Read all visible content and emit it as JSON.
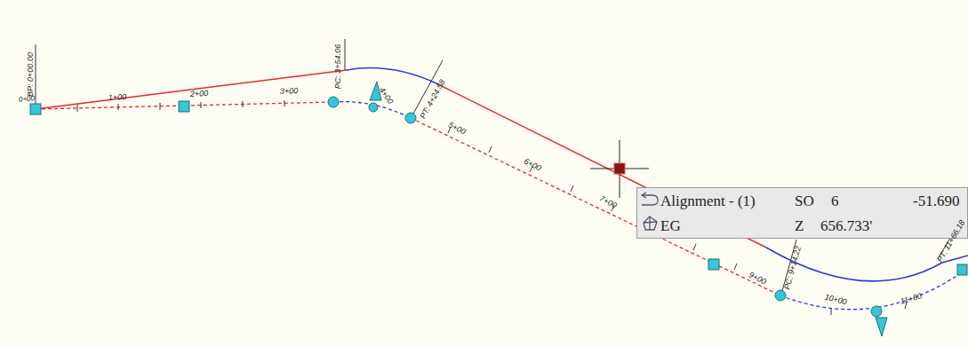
{
  "diagram": {
    "nodes": [
      {
        "text": [
          "Alignment - (1)",
          "SO",
          "6",
          "-51.690",
          "EG",
          "Z",
          "656.733'"
        ]
      }
    ],
    "labels": [
      "BP: 0+00.00",
      "0+00",
      "1+00",
      "2+00",
      "3+00",
      "PC: 3+54.06",
      "4+00",
      "PT: 4+24.58",
      "5+00",
      "6+00",
      "7+00",
      "9+00",
      "PC: 9+14.22",
      "10+00",
      "11+00",
      "PT: 11+66.18"
    ]
  }
}
